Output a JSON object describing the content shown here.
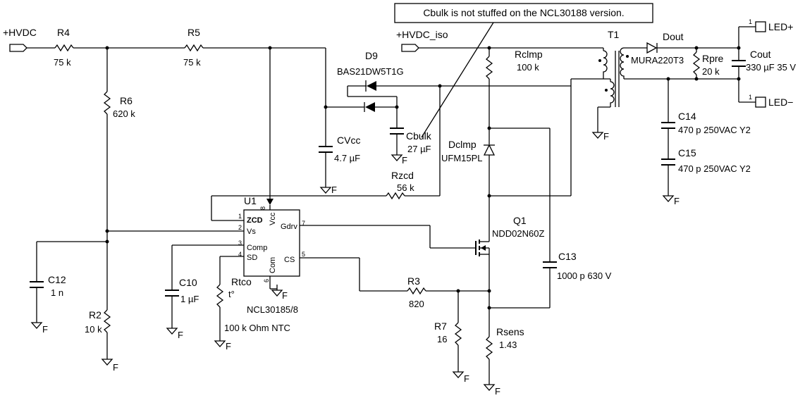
{
  "note": "Cbulk is not stuffed on the NCL30188 version.",
  "nets": {
    "hvdc": "+HVDC",
    "hvdc_iso": "+HVDC_iso",
    "gnd": "F"
  },
  "components": {
    "R4": {
      "ref": "R4",
      "value": "75 k"
    },
    "R5": {
      "ref": "R5",
      "value": "75 k"
    },
    "R6": {
      "ref": "R6",
      "value": "620 k"
    },
    "R2": {
      "ref": "R2",
      "value": "10 k"
    },
    "C12": {
      "ref": "C12",
      "value": "1 n"
    },
    "C10": {
      "ref": "C10",
      "value": "1 µF"
    },
    "Rtco": {
      "ref": "Rtco",
      "value": "100 k Ohm NTC",
      "symbol": "t°"
    },
    "U1": {
      "ref": "U1",
      "part": "NCL30185/8",
      "pins": [
        {
          "num": "1",
          "name": "ZCD"
        },
        {
          "num": "2",
          "name": "Vs"
        },
        {
          "num": "3",
          "name": "Comp"
        },
        {
          "num": "4",
          "name": "SD"
        },
        {
          "num": "5",
          "name": "CS"
        },
        {
          "num": "6",
          "name": "Com"
        },
        {
          "num": "7",
          "name": "Gdrv"
        },
        {
          "num": "8",
          "name": "Vcc"
        }
      ]
    },
    "D9": {
      "ref": "D9",
      "part": "BAS21DW5T1G"
    },
    "CVcc": {
      "ref": "CVcc",
      "value": "4.7 µF"
    },
    "Cbulk": {
      "ref": "Cbulk",
      "value": "27 µF"
    },
    "Rzcd": {
      "ref": "Rzcd",
      "value": "56 k"
    },
    "Rclmp": {
      "ref": "Rclmp",
      "value": "100 k"
    },
    "Dclmp": {
      "ref": "Dclmp",
      "part": "UFM15PL"
    },
    "Q1": {
      "ref": "Q1",
      "part": "NDD02N60Z"
    },
    "C13": {
      "ref": "C13",
      "value": "1000 p 630 V"
    },
    "R3": {
      "ref": "R3",
      "value": "820"
    },
    "R7": {
      "ref": "R7",
      "value": "16"
    },
    "Rsens": {
      "ref": "Rsens",
      "value": "1.43"
    },
    "T1": {
      "ref": "T1"
    },
    "Dout": {
      "ref": "Dout",
      "part": "MURA220T3"
    },
    "Rpre": {
      "ref": "Rpre",
      "value": "20 k"
    },
    "Cout": {
      "ref": "Cout",
      "value": "330 µF 35 V"
    },
    "C14": {
      "ref": "C14",
      "value": "470 p 250VAC Y2"
    },
    "C15": {
      "ref": "C15",
      "value": "470 p 250VAC Y2"
    }
  },
  "connectors": {
    "led_plus": {
      "pin": "1",
      "label": "LED+"
    },
    "led_minus": {
      "pin": "1",
      "label": "LED−"
    }
  }
}
